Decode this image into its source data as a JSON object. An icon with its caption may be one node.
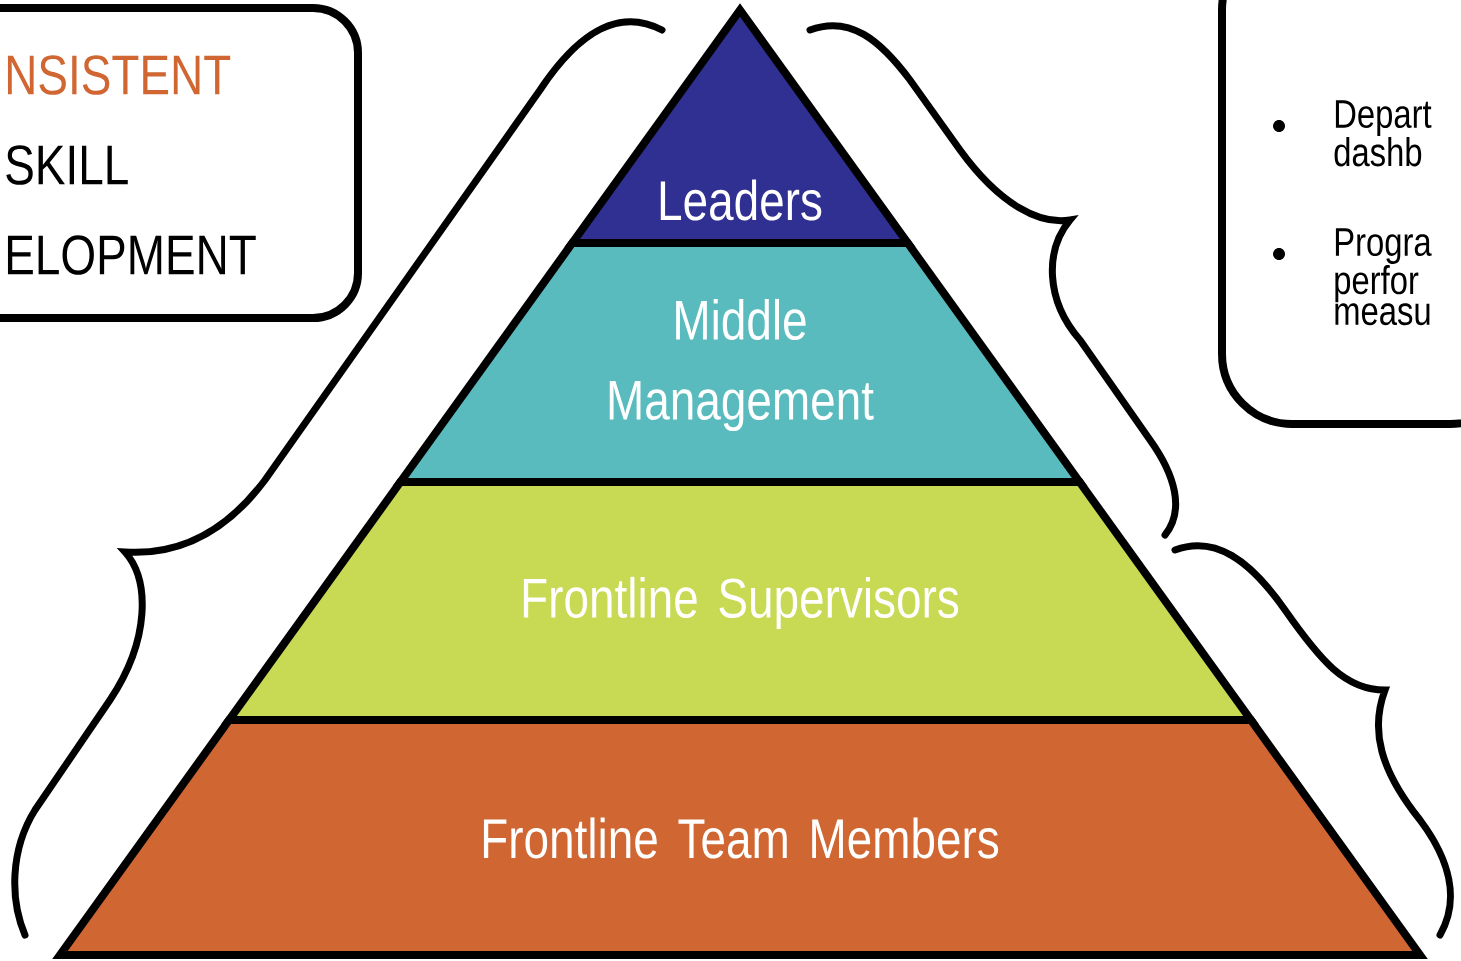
{
  "diagram": {
    "nodes": [
      {
        "text": [
          "NSISTENT",
          "SKILL",
          "ELOPMENT"
        ]
      },
      {
        "text": [
          "Depart dashb",
          "Progra perfor measu"
        ]
      },
      {
        "text": [
          "Leaders"
        ]
      },
      {
        "text": [
          "Middle Management"
        ]
      },
      {
        "text": [
          "Frontline Supervisors"
        ]
      },
      {
        "text": [
          "Frontline Team Members"
        ]
      }
    ],
    "edges": []
  }
}
